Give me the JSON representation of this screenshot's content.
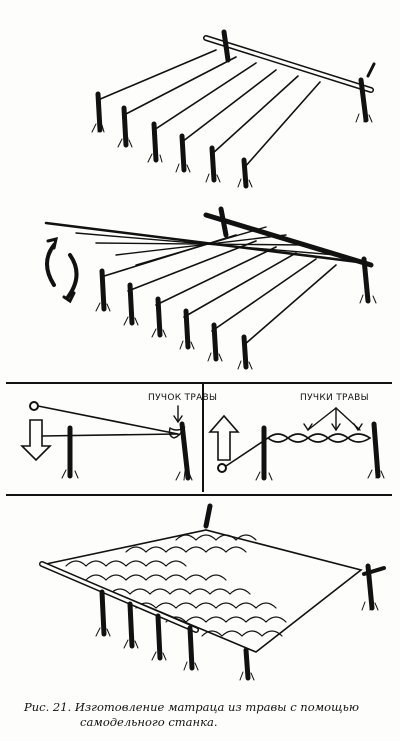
{
  "labels": {
    "bunch_single": "ПУЧОК ТРАВЫ",
    "bunch_plural": "ПУЧКИ ТРАВЫ"
  },
  "caption": {
    "line1": "Рис. 21. Изготовление матраца из травы с помощью",
    "line2": "самодельного станка."
  },
  "colors": {
    "ink": "#111111",
    "paper": "#fdfdfb"
  }
}
